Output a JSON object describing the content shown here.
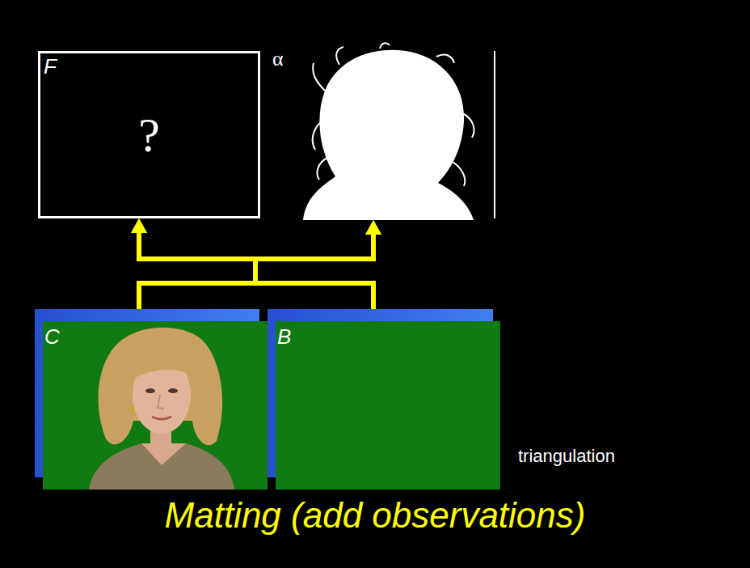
{
  "diagram": {
    "title": "Matting (add observations)",
    "nodes": [
      {
        "text": [
          "F",
          "?"
        ]
      },
      {
        "text": [
          "α"
        ]
      },
      {
        "text": [
          "C"
        ]
      },
      {
        "text": [
          "B"
        ]
      }
    ],
    "edges": [
      {
        "from": 2,
        "to": 0,
        "arrow": "to"
      },
      {
        "from": 2,
        "to": 1,
        "arrow": "to"
      },
      {
        "from": 3,
        "to": 0,
        "arrow": "to"
      },
      {
        "from": 3,
        "to": 1,
        "arrow": "to"
      }
    ],
    "labels": [
      "triangulation"
    ]
  }
}
